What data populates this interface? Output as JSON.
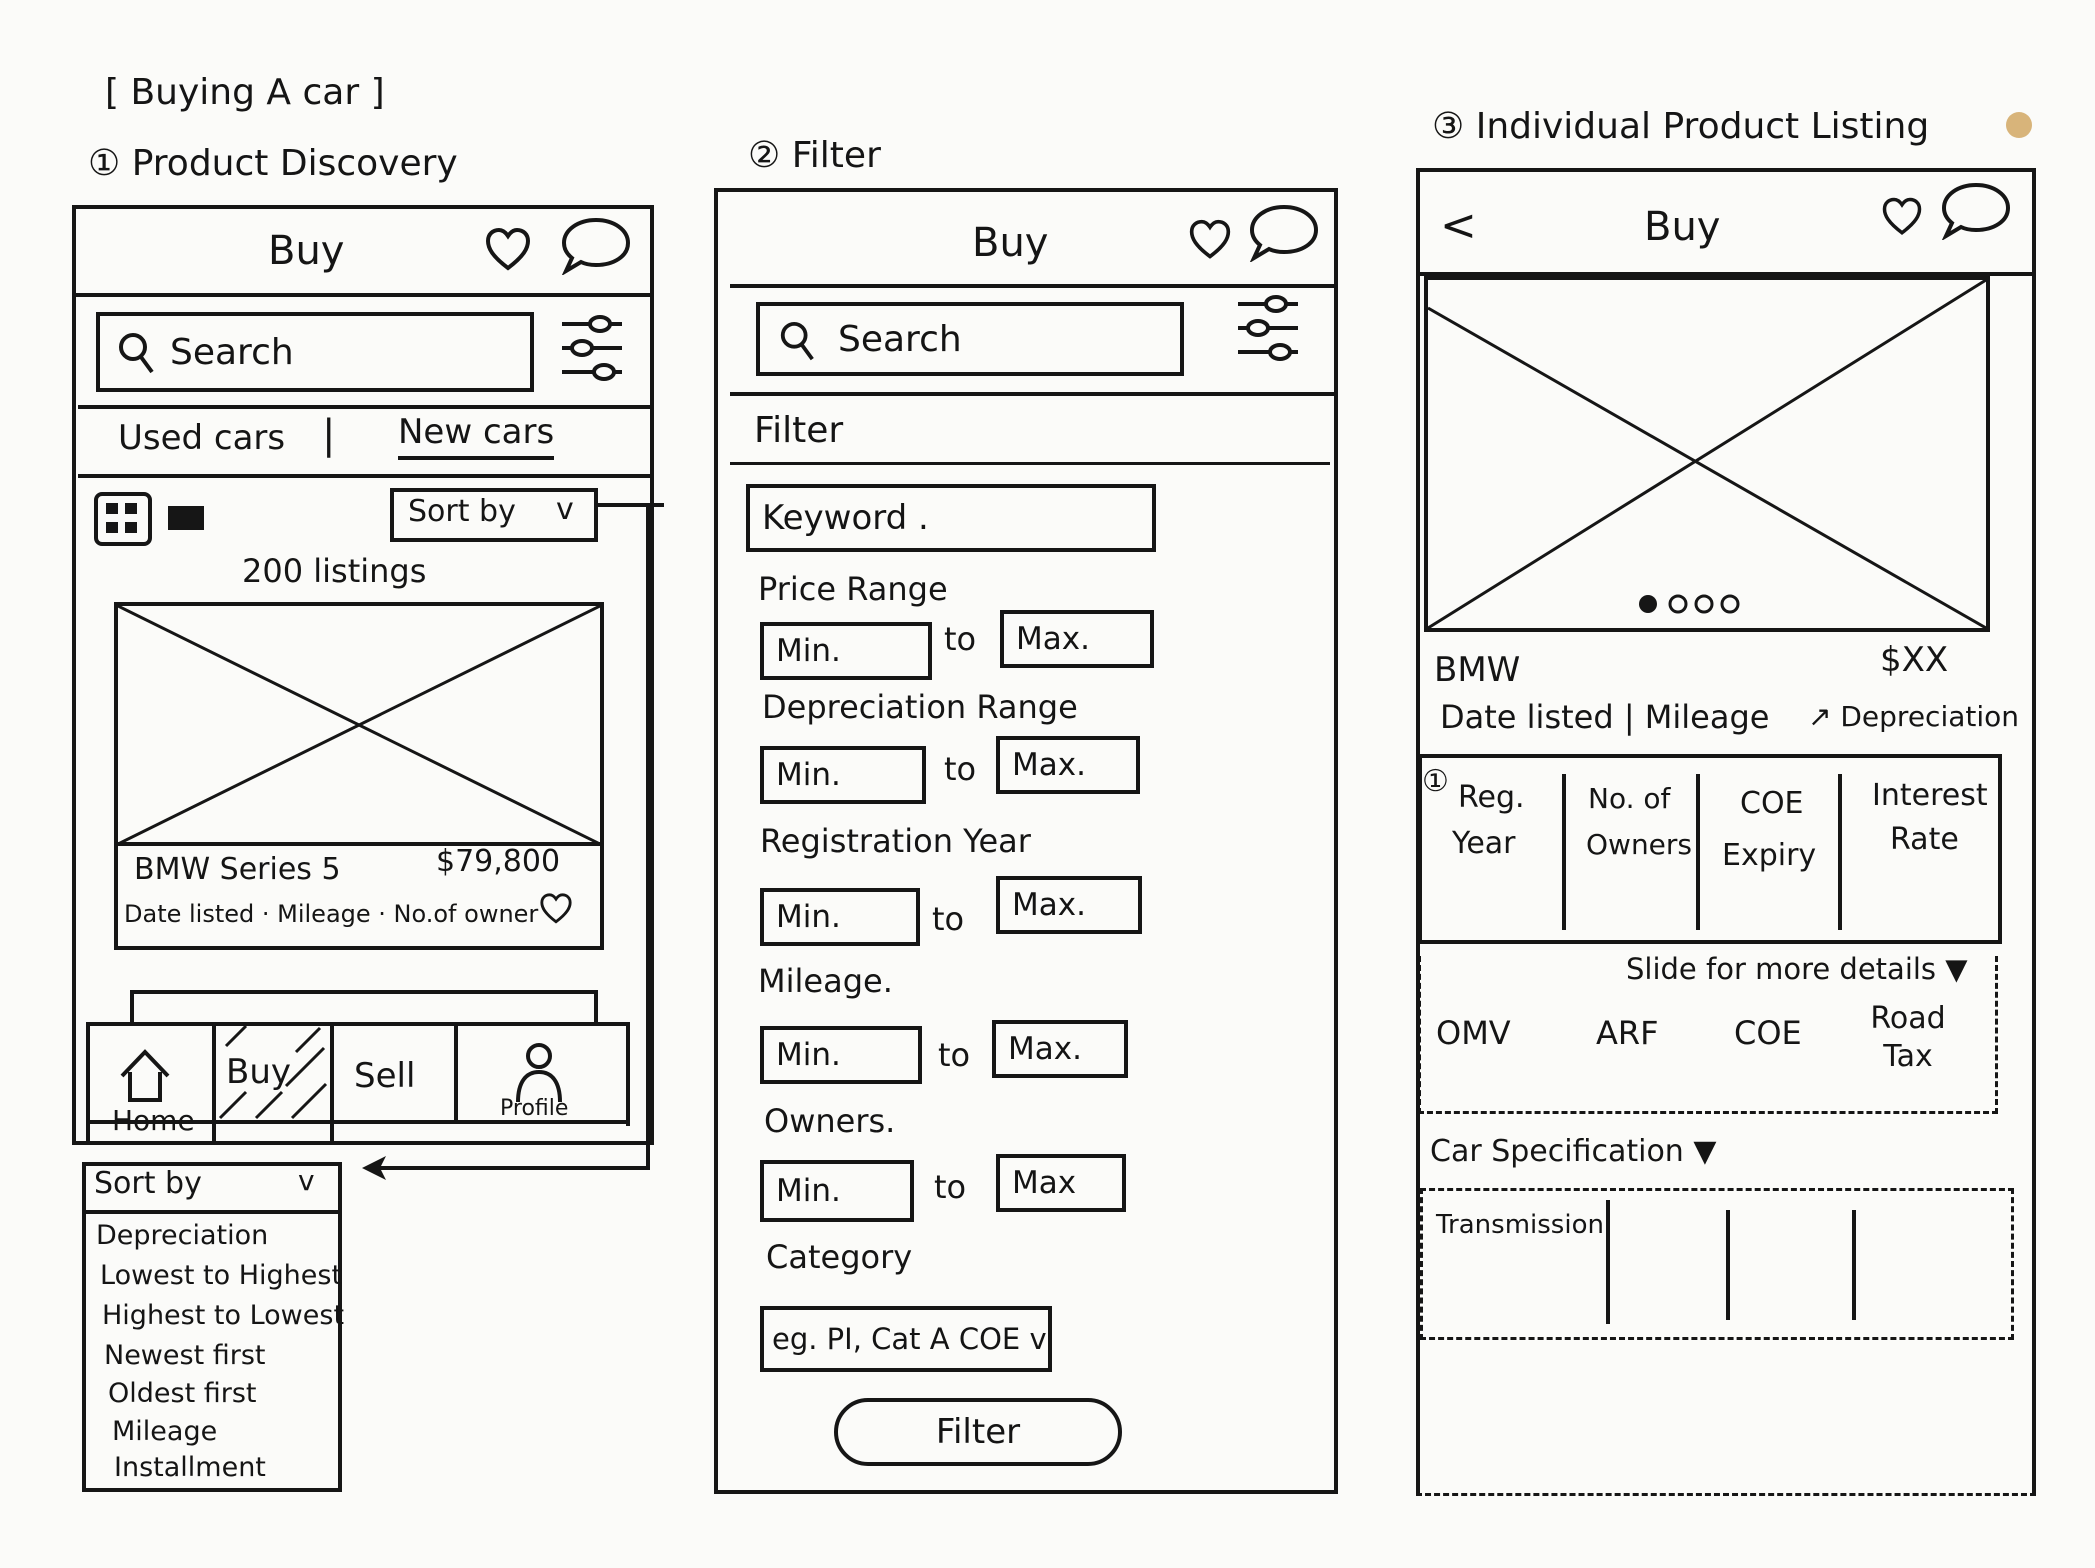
{
  "page": {
    "title": "[ Buying A car ]"
  },
  "screen1": {
    "heading": "① Product Discovery",
    "header_title": "Buy",
    "search_placeholder": "Search",
    "tabs": [
      "Used cars",
      "|",
      "New cars"
    ],
    "sort_label": "Sort by",
    "sort_chevron": "v",
    "listings_count": "200 listings",
    "card": {
      "name": "BMW Series 5",
      "price": "$79,800",
      "meta": "Date listed · Mileage · No.of owner"
    },
    "nav": [
      "Home",
      "Buy",
      "Sell",
      "Profile"
    ]
  },
  "sort_dropdown": {
    "label": "Sort by",
    "chevron": "v",
    "options": [
      "Depreciation",
      "Lowest to Highest",
      "Highest to Lowest",
      "Newest first",
      "Oldest first",
      "Mileage",
      "Installment"
    ]
  },
  "screen2": {
    "heading": "② Filter",
    "header_title": "Buy",
    "search_placeholder": "Search",
    "filter_title": "Filter",
    "keyword_placeholder": "Keyword .",
    "ranges": [
      {
        "label": "Price Range",
        "min": "Min.",
        "to": "to",
        "max": "Max."
      },
      {
        "label": "Depreciation Range",
        "min": "Min.",
        "to": "to",
        "max": "Max."
      },
      {
        "label": "Registration Year",
        "min": "Min.",
        "to": "to",
        "max": "Max."
      },
      {
        "label": "Mileage.",
        "min": "Min.",
        "to": "to",
        "max": "Max."
      },
      {
        "label": "Owners.",
        "min": "Min.",
        "to": "to",
        "max": "Max"
      }
    ],
    "category_label": "Category",
    "category_placeholder": "eg. PI, Cat A COE v",
    "filter_button": "Filter"
  },
  "screen3": {
    "heading": "③ Individual Product Listing",
    "back": "<",
    "header_title": "Buy",
    "car_name": "BMW",
    "price": "$XX",
    "meta": "Date listed | Mileage",
    "depreciation": "↗ Depreciation",
    "info_number": "①",
    "info_cols": [
      [
        "Reg.",
        "Year"
      ],
      [
        "No. of",
        "Owners"
      ],
      [
        "COE",
        "Expiry"
      ],
      [
        "Interest",
        "Rate"
      ]
    ],
    "slide_note": "Slide for more details ▼",
    "details": [
      "OMV",
      "ARF",
      "COE",
      "Road Tax"
    ],
    "spec_heading": "Car Specification ▼",
    "spec_first": "Transmission"
  }
}
